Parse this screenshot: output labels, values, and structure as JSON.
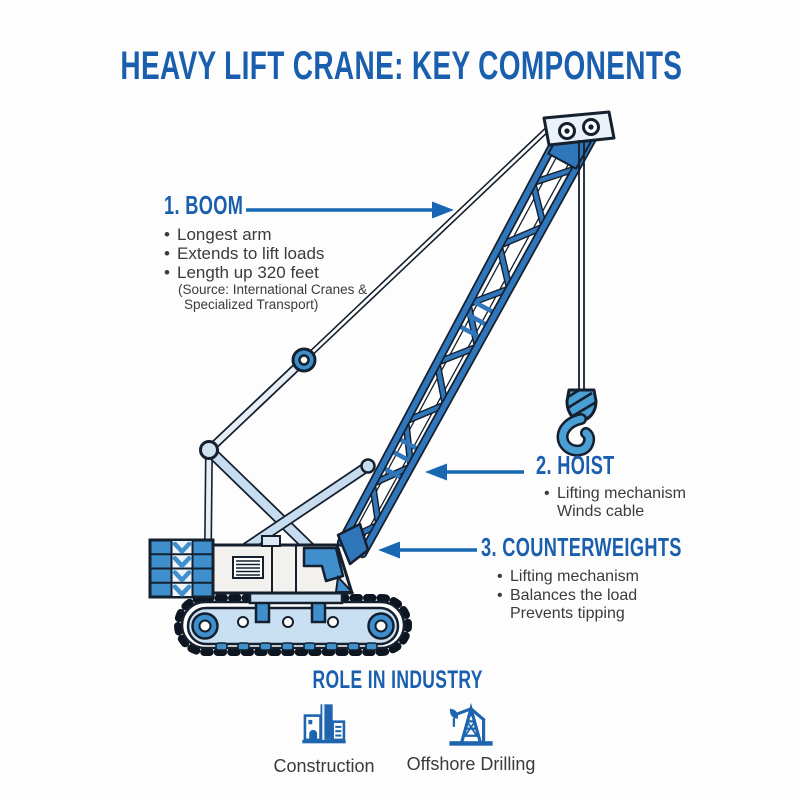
{
  "title": "HEAVY LIFT CRANE: KEY COMPONENTS",
  "sections": {
    "boom": {
      "heading": "1. BOOM",
      "bullets": [
        "Longest arm",
        "Extends to lift loads",
        "Length up 320 feet"
      ],
      "source_lines": [
        "(Source: International Cranes &",
        "Specialized Transport)"
      ]
    },
    "hoist": {
      "heading": "2. HOIST",
      "bullets": [
        "Lifting mechanism",
        "Winds cable"
      ]
    },
    "counterweights": {
      "heading": "3. COUNTERWEIGHTS",
      "bullets": [
        "Lifting mechanism",
        "Balances the load",
        "Prevents tipping"
      ]
    }
  },
  "industry": {
    "heading": "ROLE IN INDUSTRY",
    "items": [
      {
        "label": "Construction",
        "icon": "construction-building-icon"
      },
      {
        "label": "Offshore Drilling",
        "icon": "oil-derrick-icon"
      }
    ]
  },
  "colors": {
    "heading_blue": "#1a5fae",
    "arrow_blue": "#1767b3",
    "boom_blue": "#3076ba",
    "machine_blue": "#3f8fcd",
    "light_strut": "#c7ddef",
    "track_light": "#c9e0f2",
    "outline_navy": "#15202e",
    "body_gray": "#f2f1ee",
    "text_dark": "#3b3b3b"
  }
}
